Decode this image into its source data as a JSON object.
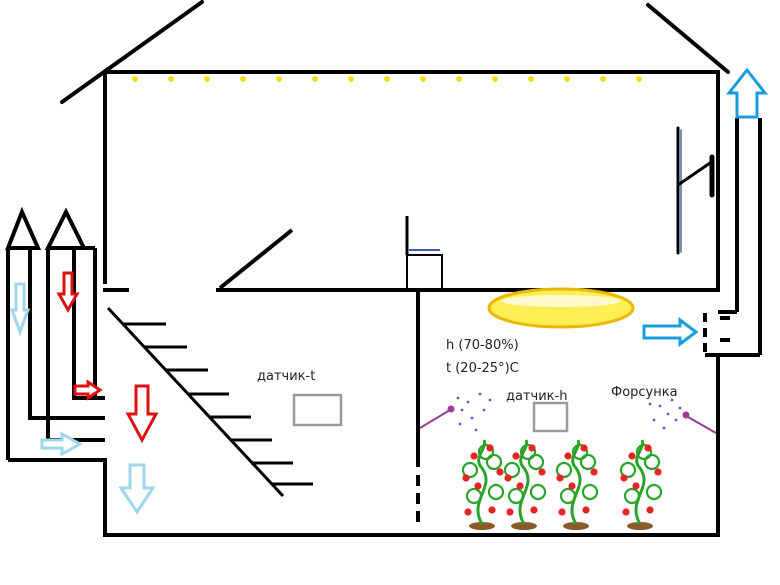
{
  "labels": {
    "sensor_t": "датчик-t",
    "sensor_h": "датчик-h",
    "humidity": "h (70-80%)",
    "temperature": "t (20-25°)C",
    "nozzle": "Форсунка"
  },
  "colors": {
    "wall": "#000000",
    "warm_flow": "#dd1111",
    "cold_flow": "#9fd6ec",
    "exhaust_flow": "#1a9be0",
    "garland": "#f0dc1e",
    "lamp_fill": "#ffee55",
    "lamp_outline": "#e9b800",
    "sensor_box": "#9a9a9a",
    "nozzle": "#9a3d9a",
    "plant_stem": "#2aa32a",
    "tomato": "#e52424",
    "soil": "#8a5a2b"
  },
  "icons": {
    "arrow": "arrow-icon",
    "sensor": "sensor-box-icon",
    "lamp": "grow-lamp-icon",
    "nozzle": "spray-nozzle-icon",
    "plant": "tomato-plant-icon",
    "mirror": "wall-mirror-icon",
    "toilet": "toilet-icon"
  }
}
